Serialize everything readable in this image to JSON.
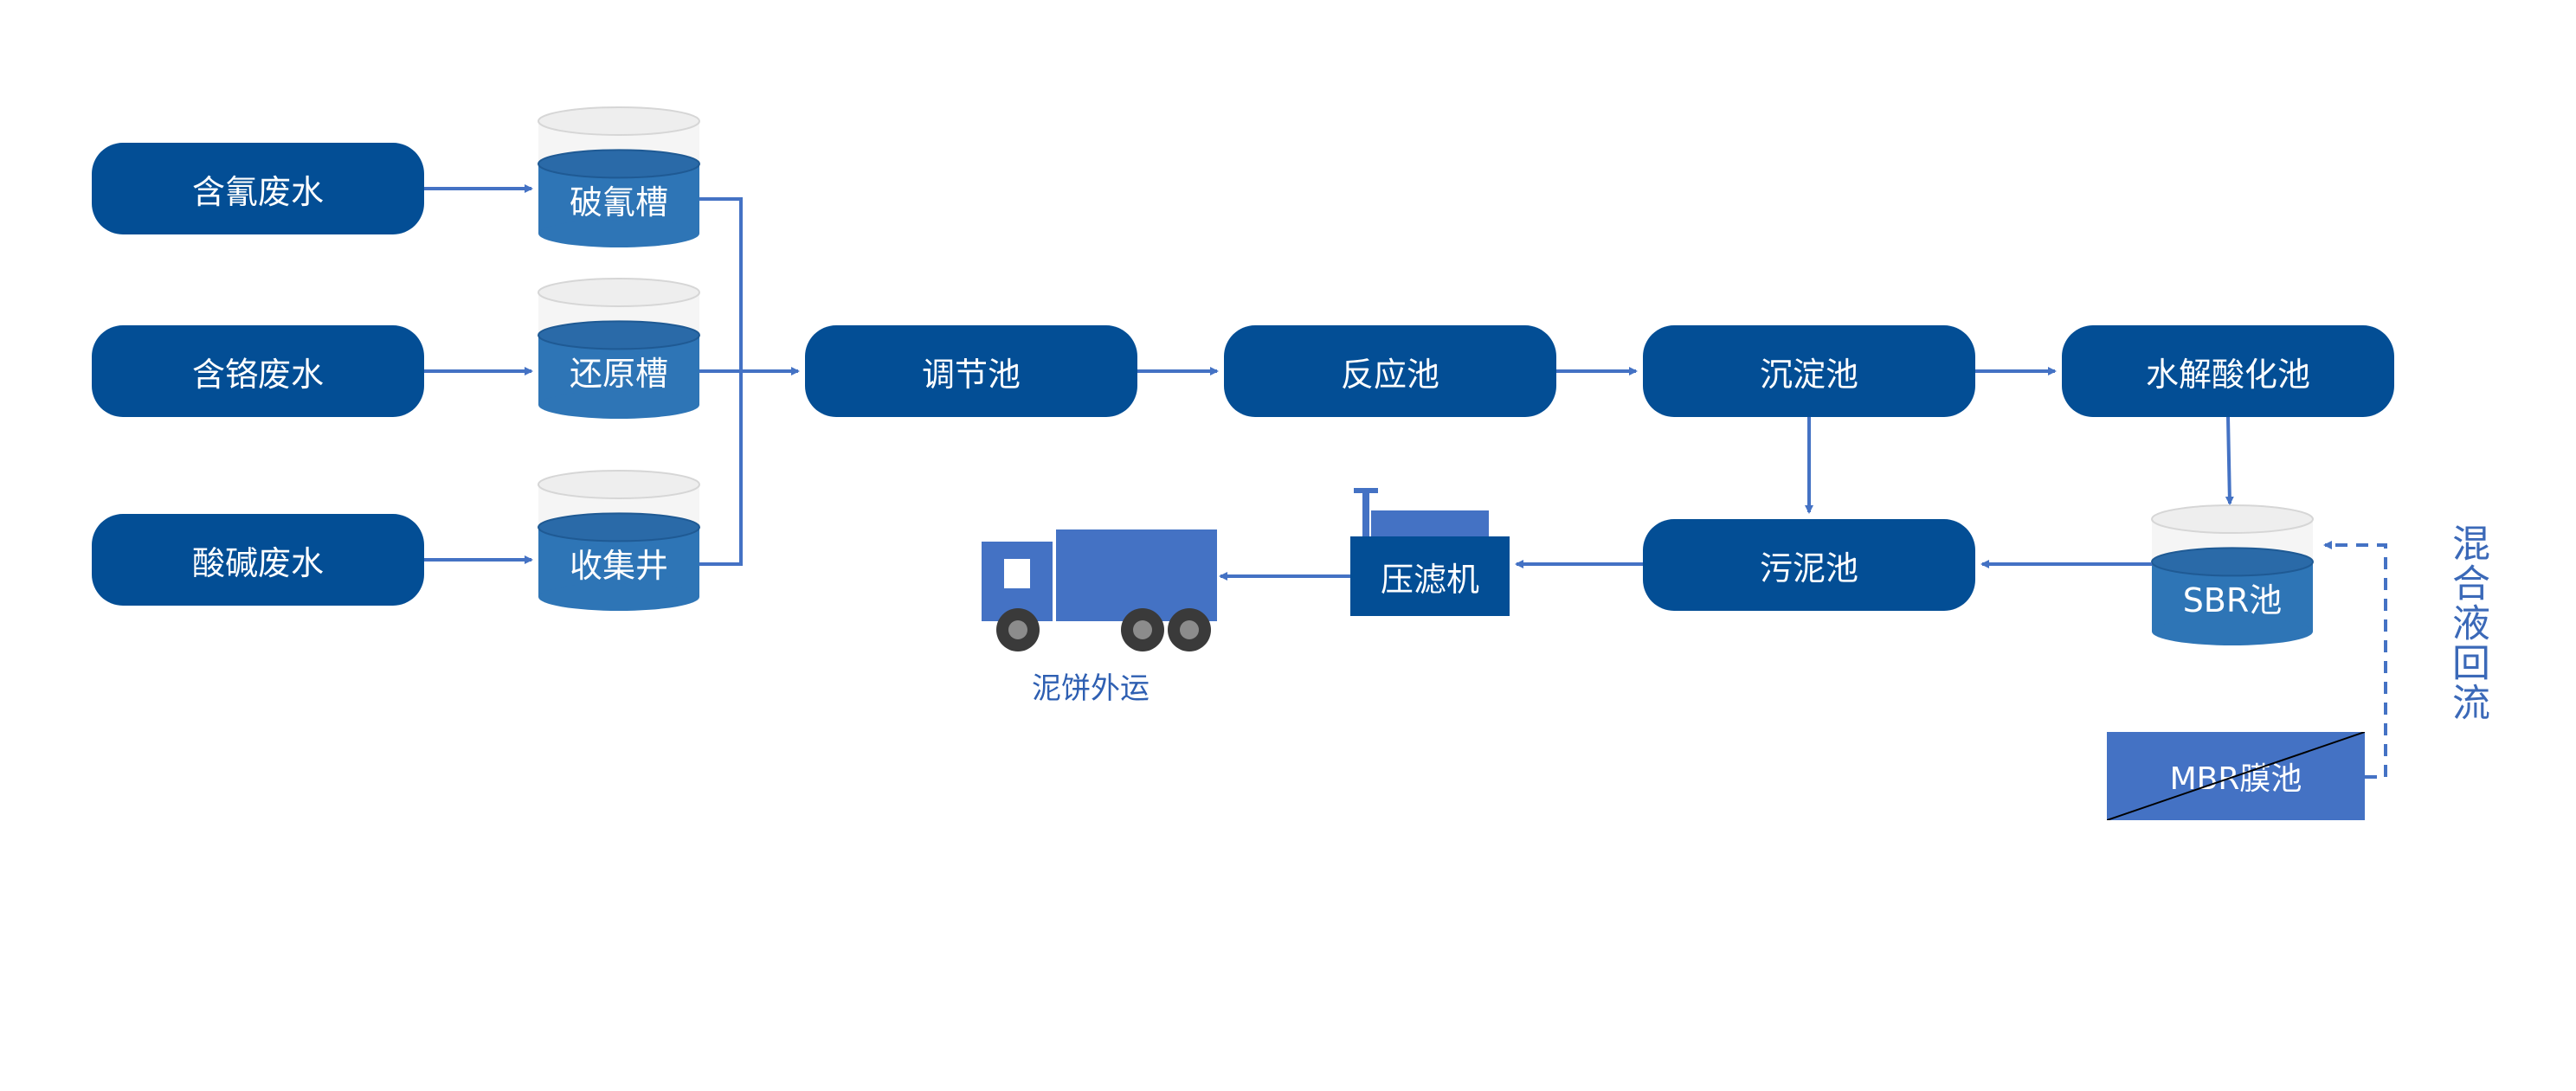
{
  "nodes": {
    "cyanide_wastewater": "含氰废水",
    "chromium_wastewater": "含铬废水",
    "acid_alkali_wastewater": "酸碱废水",
    "equalization_tank": "调节池",
    "reaction_tank": "反应池",
    "sedimentation_tank": "沉淀池",
    "hydrolysis_tank": "水解酸化池",
    "sludge_tank": "污泥池"
  },
  "tanks": {
    "cyanide_breaking": "破氰槽",
    "reduction": "还原槽",
    "collection_well": "收集井",
    "sbr": "SBR池"
  },
  "equipment": {
    "filter_press": "压滤机",
    "mbr": "MBR膜池",
    "truck_caption": "泥饼外运"
  },
  "annotations": {
    "recycle_flow": "混合液回流"
  },
  "colors": {
    "node_fill": "#034e95",
    "tank_water": "#2e75b6",
    "tank_top": "#eeeeee",
    "arrow": "#4472c4",
    "truck": "#4472c4",
    "wheel": "#3a3a3a"
  }
}
